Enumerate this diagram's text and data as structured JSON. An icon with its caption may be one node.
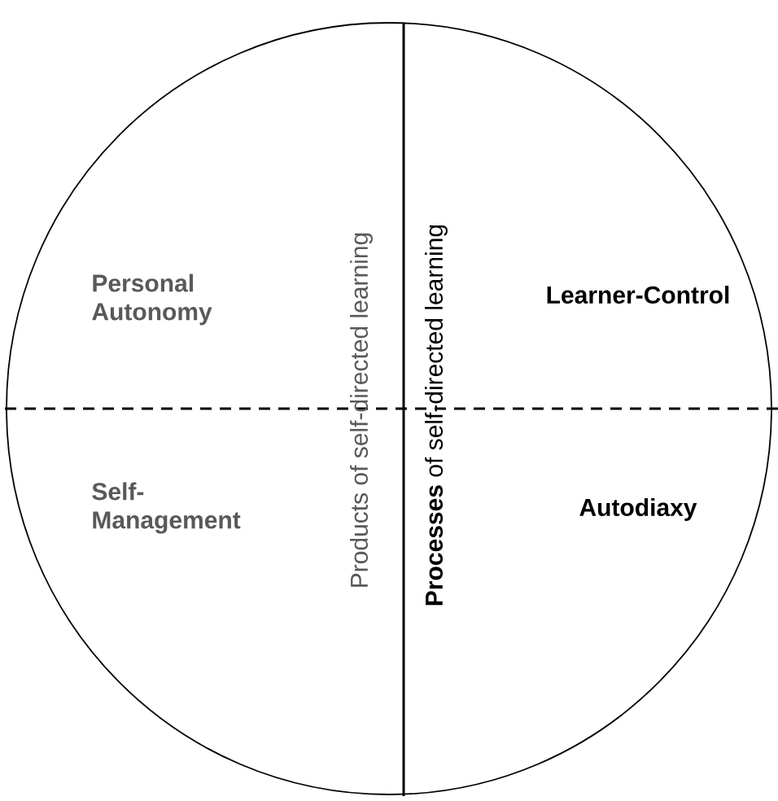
{
  "diagram": {
    "labels": [
      "Personal Autonomy",
      "Products of self-directed learning",
      "**Processes** of self-directed learning",
      "Learner-Control",
      "Self-Management",
      "Autodiaxy"
    ]
  }
}
